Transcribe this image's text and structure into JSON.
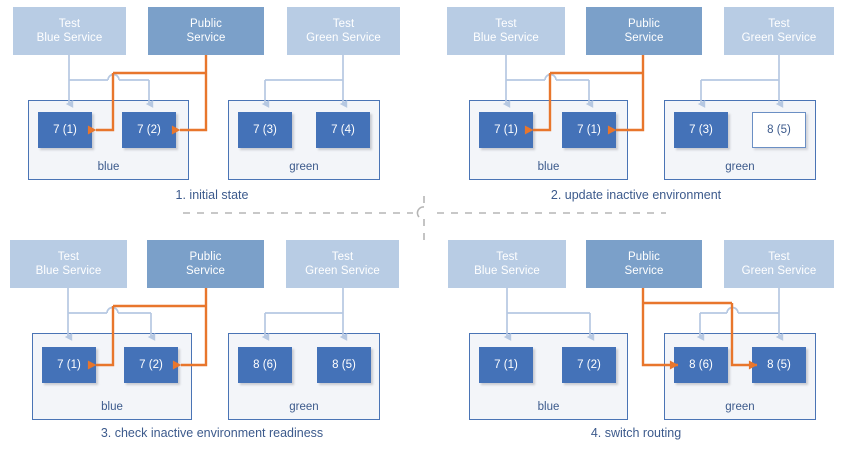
{
  "colors": {
    "test_service_bg": "#b8cce4",
    "public_service_bg": "#7ba0c9",
    "instance_fill": "#4472b8",
    "instance_text": "#ffffff",
    "hollow_instance_bg": "#ffffff",
    "hollow_instance_text": "#3c5a8c",
    "env_border": "#4a74b5",
    "env_bg": "#f3f5f9",
    "caption_text": "#3c5a8c",
    "orange_connector": "#e8762c",
    "blue_connector": "#b6c8e2",
    "divider": "#b0b0b0"
  },
  "panels": [
    {
      "id": "panel-1",
      "caption": "1. initial state",
      "services": [
        {
          "name": "test-blue-service",
          "label": "Test\nBlue Service",
          "style": "test"
        },
        {
          "name": "public-service",
          "label": "Public\nService",
          "style": "public"
        },
        {
          "name": "test-green-service",
          "label": "Test\nGreen Service",
          "style": "test"
        }
      ],
      "environments": [
        {
          "name": "blue",
          "label": "blue",
          "instances": [
            {
              "label": "7 (1)",
              "style": "filled"
            },
            {
              "label": "7 (2)",
              "style": "filled"
            }
          ]
        },
        {
          "name": "green",
          "label": "green",
          "instances": [
            {
              "label": "7 (3)",
              "style": "filled"
            },
            {
              "label": "7 (4)",
              "style": "filled"
            }
          ]
        }
      ]
    },
    {
      "id": "panel-2",
      "caption": "2. update inactive environment",
      "services": [
        {
          "name": "test-blue-service",
          "label": "Test\nBlue Service",
          "style": "test"
        },
        {
          "name": "public-service",
          "label": "Public\nService",
          "style": "public"
        },
        {
          "name": "test-green-service",
          "label": "Test\nGreen Service",
          "style": "test"
        }
      ],
      "environments": [
        {
          "name": "blue",
          "label": "blue",
          "instances": [
            {
              "label": "7 (1)",
              "style": "filled"
            },
            {
              "label": "7 (1)",
              "style": "filled"
            }
          ]
        },
        {
          "name": "green",
          "label": "green",
          "instances": [
            {
              "label": "7 (3)",
              "style": "filled"
            },
            {
              "label": "8 (5)",
              "style": "hollow"
            }
          ]
        }
      ]
    },
    {
      "id": "panel-3",
      "caption": "3. check inactive environment readiness",
      "services": [
        {
          "name": "test-blue-service",
          "label": "Test\nBlue Service",
          "style": "test"
        },
        {
          "name": "public-service",
          "label": "Public\nService",
          "style": "public"
        },
        {
          "name": "test-green-service",
          "label": "Test\nGreen Service",
          "style": "test"
        }
      ],
      "environments": [
        {
          "name": "blue",
          "label": "blue",
          "instances": [
            {
              "label": "7 (1)",
              "style": "filled"
            },
            {
              "label": "7 (2)",
              "style": "filled"
            }
          ]
        },
        {
          "name": "green",
          "label": "green",
          "instances": [
            {
              "label": "8 (6)",
              "style": "filled"
            },
            {
              "label": "8 (5)",
              "style": "filled"
            }
          ]
        }
      ]
    },
    {
      "id": "panel-4",
      "caption": "4. switch routing",
      "services": [
        {
          "name": "test-blue-service",
          "label": "Test\nBlue Service",
          "style": "test"
        },
        {
          "name": "public-service",
          "label": "Public\nService",
          "style": "public"
        },
        {
          "name": "test-green-service",
          "label": "Test\nGreen Service",
          "style": "test"
        }
      ],
      "environments": [
        {
          "name": "blue",
          "label": "blue",
          "instances": [
            {
              "label": "7 (1)",
              "style": "filled"
            },
            {
              "label": "7 (2)",
              "style": "filled"
            }
          ]
        },
        {
          "name": "green",
          "label": "green",
          "instances": [
            {
              "label": "8 (6)",
              "style": "filled"
            },
            {
              "label": "8 (5)",
              "style": "filled"
            }
          ]
        }
      ]
    }
  ]
}
